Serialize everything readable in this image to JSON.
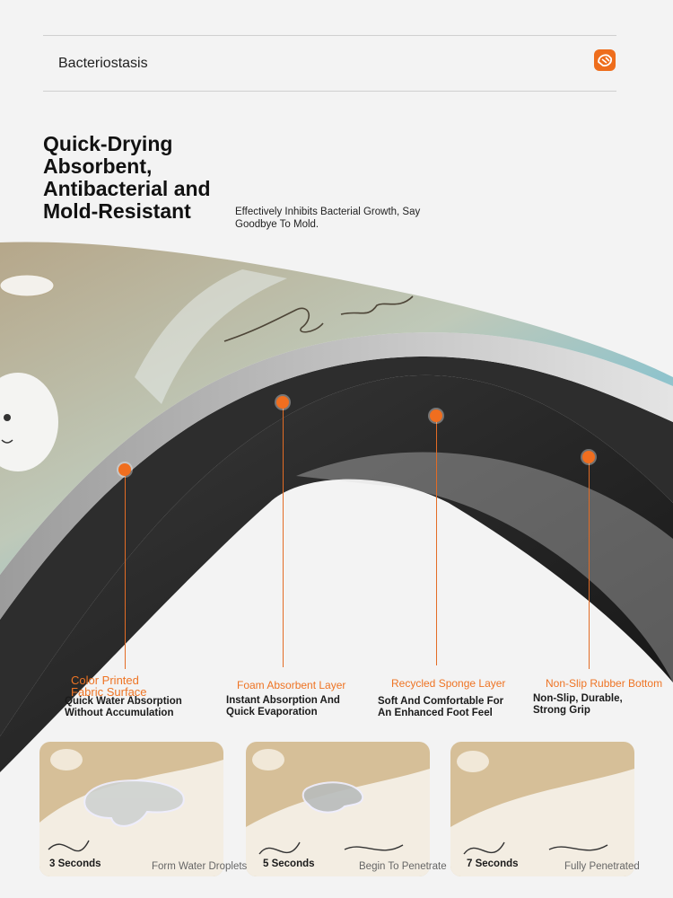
{
  "topbar": {
    "label": "Bacteriostasis",
    "icon": "shield-icon",
    "accent": "#ee6d1c"
  },
  "headline": {
    "lines": [
      "Quick-Drying",
      "Absorbent,",
      "Antibacterial and",
      "Mold-Resistant"
    ],
    "subline": "Effectively Inhibits Bacterial Growth, Say Goodbye To Mold."
  },
  "layers": [
    {
      "title": "Color Printed Fabric Surface",
      "desc": "Quick Water Absorption Without Accumulation"
    },
    {
      "title": "Foam Absorbent Layer",
      "desc": "Instant Absorption And Quick Evaporation"
    },
    {
      "title": "Recycled Sponge Layer",
      "desc": "Soft And Comfortable For An Enhanced Foot Feel"
    },
    {
      "title": "Non-Slip Rubber Bottom",
      "desc": "Non-Slip, Durable, Strong Grip"
    }
  ],
  "stages": [
    {
      "time": "3 Seconds",
      "caption": "Form Water Droplets"
    },
    {
      "time": "5 Seconds",
      "caption": "Begin To Penetrate"
    },
    {
      "time": "7 Seconds",
      "caption": "Fully Penetrated"
    }
  ]
}
